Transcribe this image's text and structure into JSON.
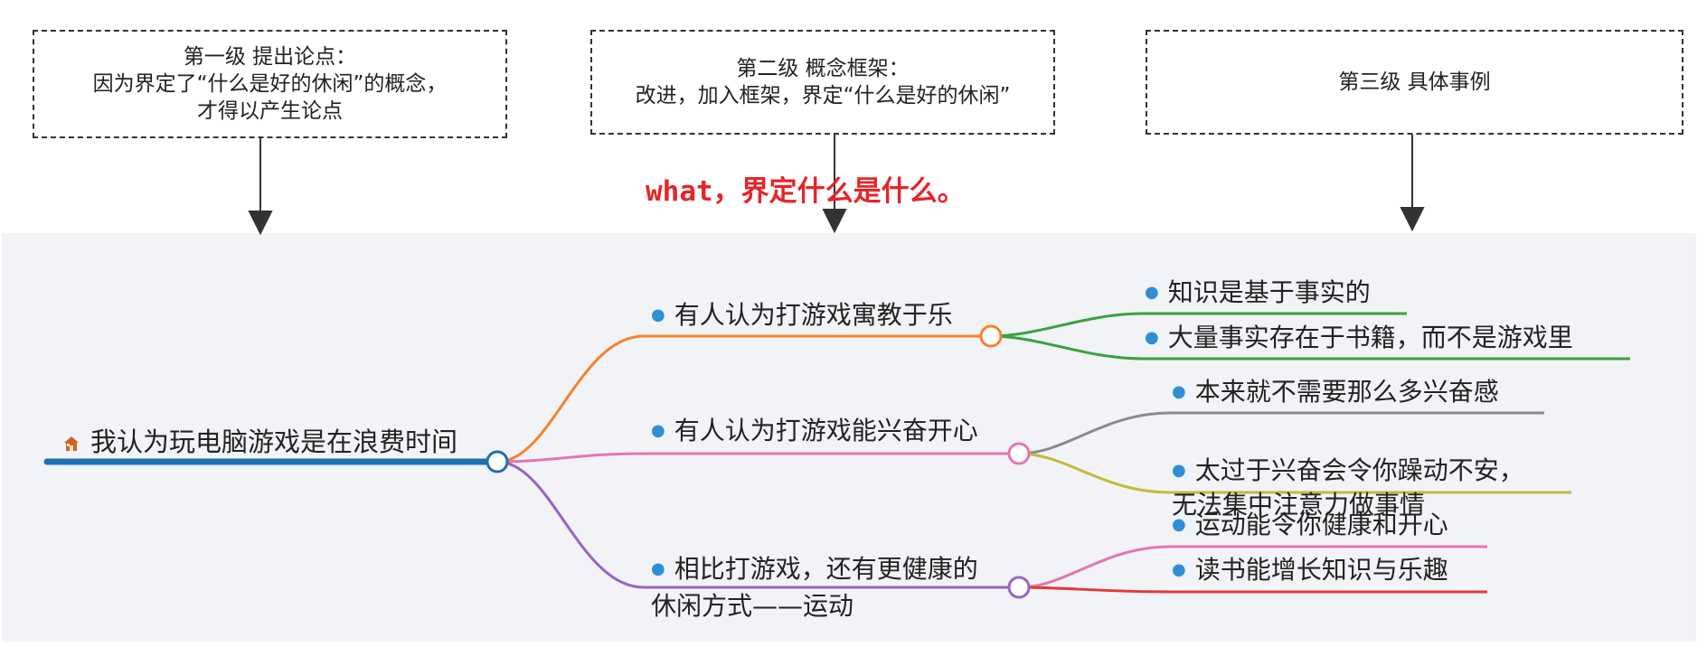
{
  "levels": [
    {
      "text": "第一级 提出论点：\n因为界定了“什么是好的休闲”的概念，\n才得以产生论点"
    },
    {
      "text": "第二级 概念框架：\n改进，加入框架，界定“什么是好的休闲”"
    },
    {
      "text": "第三级 具体事例"
    }
  ],
  "annotation": "what，界定什么是什么。",
  "mindmap": {
    "root": "我认为玩电脑游戏是在浪费时间",
    "branches": [
      {
        "label": "有人认为打游戏寓教于乐",
        "color": "#f5822b",
        "children": [
          {
            "label": "知识是基于事实的",
            "color": "#3aa040"
          },
          {
            "label": "大量事实存在于书籍，而不是游戏里",
            "color": "#3aa040"
          }
        ]
      },
      {
        "label": "有人认为打游戏能兴奋开心",
        "color": "#e573b4",
        "children": [
          {
            "label": "本来就不需要那么多兴奋感",
            "color": "#8a8a8a"
          },
          {
            "label": "太过于兴奋会令你躁动不安，\n无法集中注意力做事情",
            "color": "#c2b93a"
          }
        ]
      },
      {
        "label": "相比打游戏，还有更健康的\n休闲方式——运动",
        "color": "#9a63c3",
        "children": [
          {
            "label": "运动能令你健康和开心",
            "color": "#e573b4"
          },
          {
            "label": "读书能增长知识与乐趣",
            "color": "#e03a3a"
          }
        ]
      }
    ],
    "root_color": "#1f6fb2",
    "bullet_color": "#2f8fd6"
  }
}
